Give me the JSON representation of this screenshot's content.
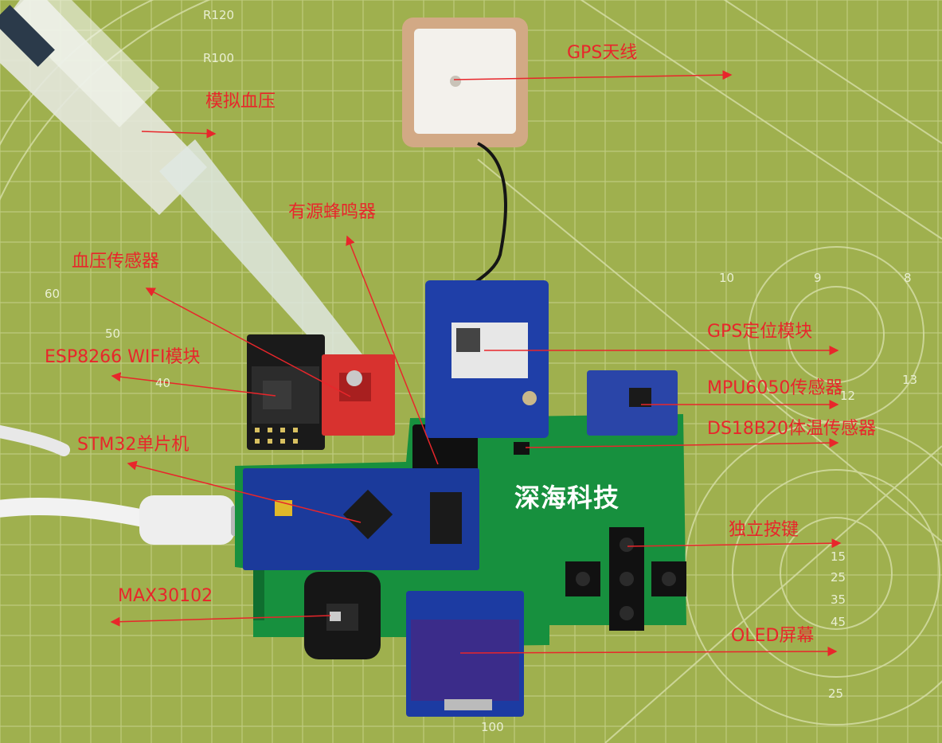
{
  "scene": {
    "colors": {
      "mat": "#9fb04e",
      "grid": "#c9d48e",
      "label": "#e8262b",
      "pcb": "#17903e",
      "blue_module": "#1f3fa8",
      "red_module": "#d8322f"
    },
    "labels": {
      "gps_antenna": "GPS天线",
      "simulated_bp": "模拟血压",
      "active_buzzer": "有源蜂鸣器",
      "bp_sensor": "血压传感器",
      "esp8266": "ESP8266 WIFI模块",
      "stm32": "STM32单片机",
      "gps_module": "GPS定位模块",
      "mpu6050": "MPU6050传感器",
      "ds18b20": "DS18B20体温传感器",
      "keys": "独立按键",
      "max30102": "MAX30102",
      "oled": "OLED屏幕"
    },
    "brand": "深海科技",
    "mat_marks": [
      "R120",
      "R100",
      "60",
      "50",
      "40",
      "10",
      "9",
      "8",
      "13",
      "12",
      "15",
      "25",
      "35",
      "45",
      "100",
      "25"
    ]
  }
}
